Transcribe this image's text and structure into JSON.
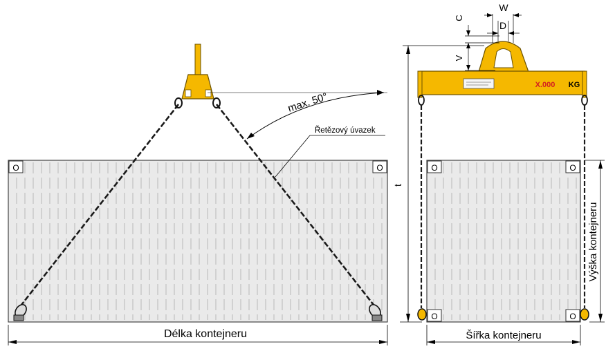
{
  "labels": {
    "angle": "max. 50°",
    "chain_sling": "Řetězový úvazek",
    "length": "Délka kontejneru",
    "width": "Šířka kontejneru",
    "height": "Výška kontejneru",
    "total_height": "t",
    "dim_w": "W",
    "dim_d": "D",
    "dim_c": "C",
    "dim_v": "V",
    "weight": "X.000",
    "weight_unit": "KG",
    "corner_mark": "O"
  },
  "colors": {
    "beam": "#f5b800",
    "beam_stroke": "#6a5000",
    "container_fill": "#eaeaea",
    "container_line": "#b8b8b8",
    "chain": "#1a1a1a",
    "weight_text": "#d42020"
  }
}
